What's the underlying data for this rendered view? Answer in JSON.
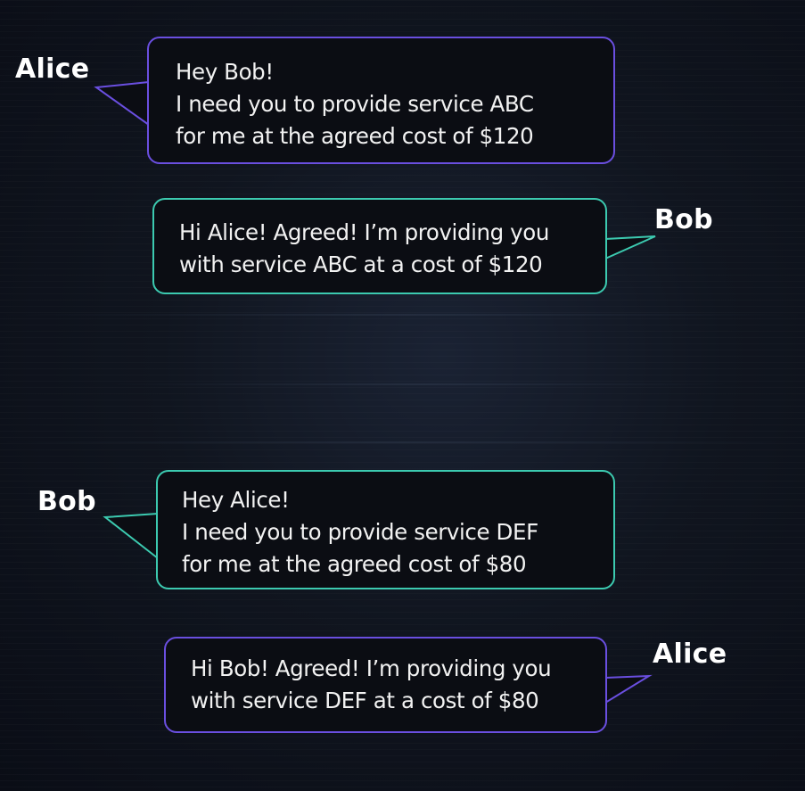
{
  "conversations": [
    {
      "messages": [
        {
          "speaker": "Alice",
          "lines": [
            "Hey Bob!",
            "I need you to provide service ABC",
            "for me at the agreed cost of $120"
          ],
          "border_color": "#6a4fe0"
        },
        {
          "speaker": "Bob",
          "lines": [
            "Hi Alice! Agreed! I’m providing you",
            "with service ABC at a cost of $120"
          ],
          "border_color": "#3ccab0"
        }
      ]
    },
    {
      "messages": [
        {
          "speaker": "Bob",
          "lines": [
            "Hey Alice!",
            "I need you to provide service DEF",
            "for me at the agreed cost of $80"
          ],
          "border_color": "#3ccab0"
        },
        {
          "speaker": "Alice",
          "lines": [
            "Hi Bob! Agreed! I’m providing you",
            "with service DEF at a cost of $80"
          ],
          "border_color": "#6a4fe0"
        }
      ]
    }
  ]
}
